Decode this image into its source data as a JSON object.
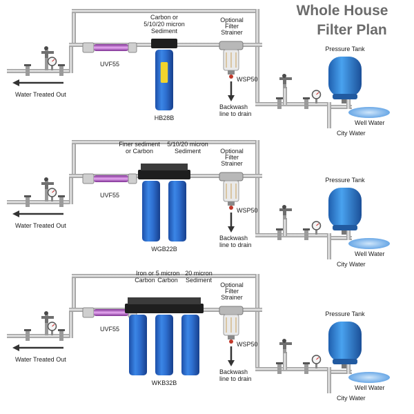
{
  "title": {
    "line1": "Whole House",
    "line2": "Filter Plan"
  },
  "colors": {
    "pipe": "#c8c8c8",
    "pipe_edge": "#8e8e8e",
    "housing_blue": "#2e6fd0",
    "tank_blue": "#2f86d8",
    "uv_glow": "#b04cc4",
    "water": "#7fb9ef",
    "head_black": "#1e1e1e"
  },
  "icons": [
    "arrow-left-icon",
    "arrow-down-icon",
    "faucet-icon",
    "pressure-gauge-icon",
    "valve-icon",
    "uv-sterilizer-icon",
    "filter-housing-icon",
    "spin-down-strainer-icon",
    "pressure-tank-icon",
    "well-water-pool-icon"
  ],
  "panels": [
    {
      "water_out": "Water Treated Out",
      "uv_label": "UVF55",
      "filter_labels": [
        {
          "lines": [
            "Carbon or",
            "5/10/20 micron",
            "Sediment"
          ]
        }
      ],
      "model": "HB28B",
      "strainer_label": [
        "Optional",
        "Filter",
        "Strainer"
      ],
      "strainer_model": "WSP50",
      "backwash": [
        "Backwash",
        "line to drain"
      ],
      "pressure_tank": "Pressure Tank",
      "well_water": "Well Water",
      "city_water": "City Water"
    },
    {
      "water_out": "Water Treated Out",
      "uv_label": "UVF55",
      "filter_labels": [
        {
          "lines": [
            "Finer sediment",
            "or Carbon"
          ]
        },
        {
          "lines": [
            "5/10/20 micron",
            "Sediment"
          ]
        }
      ],
      "model": "WGB22B",
      "strainer_label": [
        "Optional",
        "Filter",
        "Strainer"
      ],
      "strainer_model": "WSP50",
      "backwash": [
        "Backwash",
        "line to drain"
      ],
      "pressure_tank": "Pressure Tank",
      "well_water": "Well Water",
      "city_water": "City Water"
    },
    {
      "water_out": "Water Treated Out",
      "uv_label": "UVF55",
      "filter_labels": [
        {
          "lines": [
            "Iron or",
            "Carbon"
          ]
        },
        {
          "lines": [
            "5 micron",
            "Carbon"
          ]
        },
        {
          "lines": [
            "20 micron",
            "Sediment"
          ]
        }
      ],
      "model": "WKB32B",
      "strainer_label": [
        "Optional",
        "Filter",
        "Strainer"
      ],
      "strainer_model": "WSP50",
      "backwash": [
        "Backwash",
        "line to drain"
      ],
      "pressure_tank": "Pressure Tank",
      "well_water": "Well Water",
      "city_water": "City Water"
    }
  ]
}
